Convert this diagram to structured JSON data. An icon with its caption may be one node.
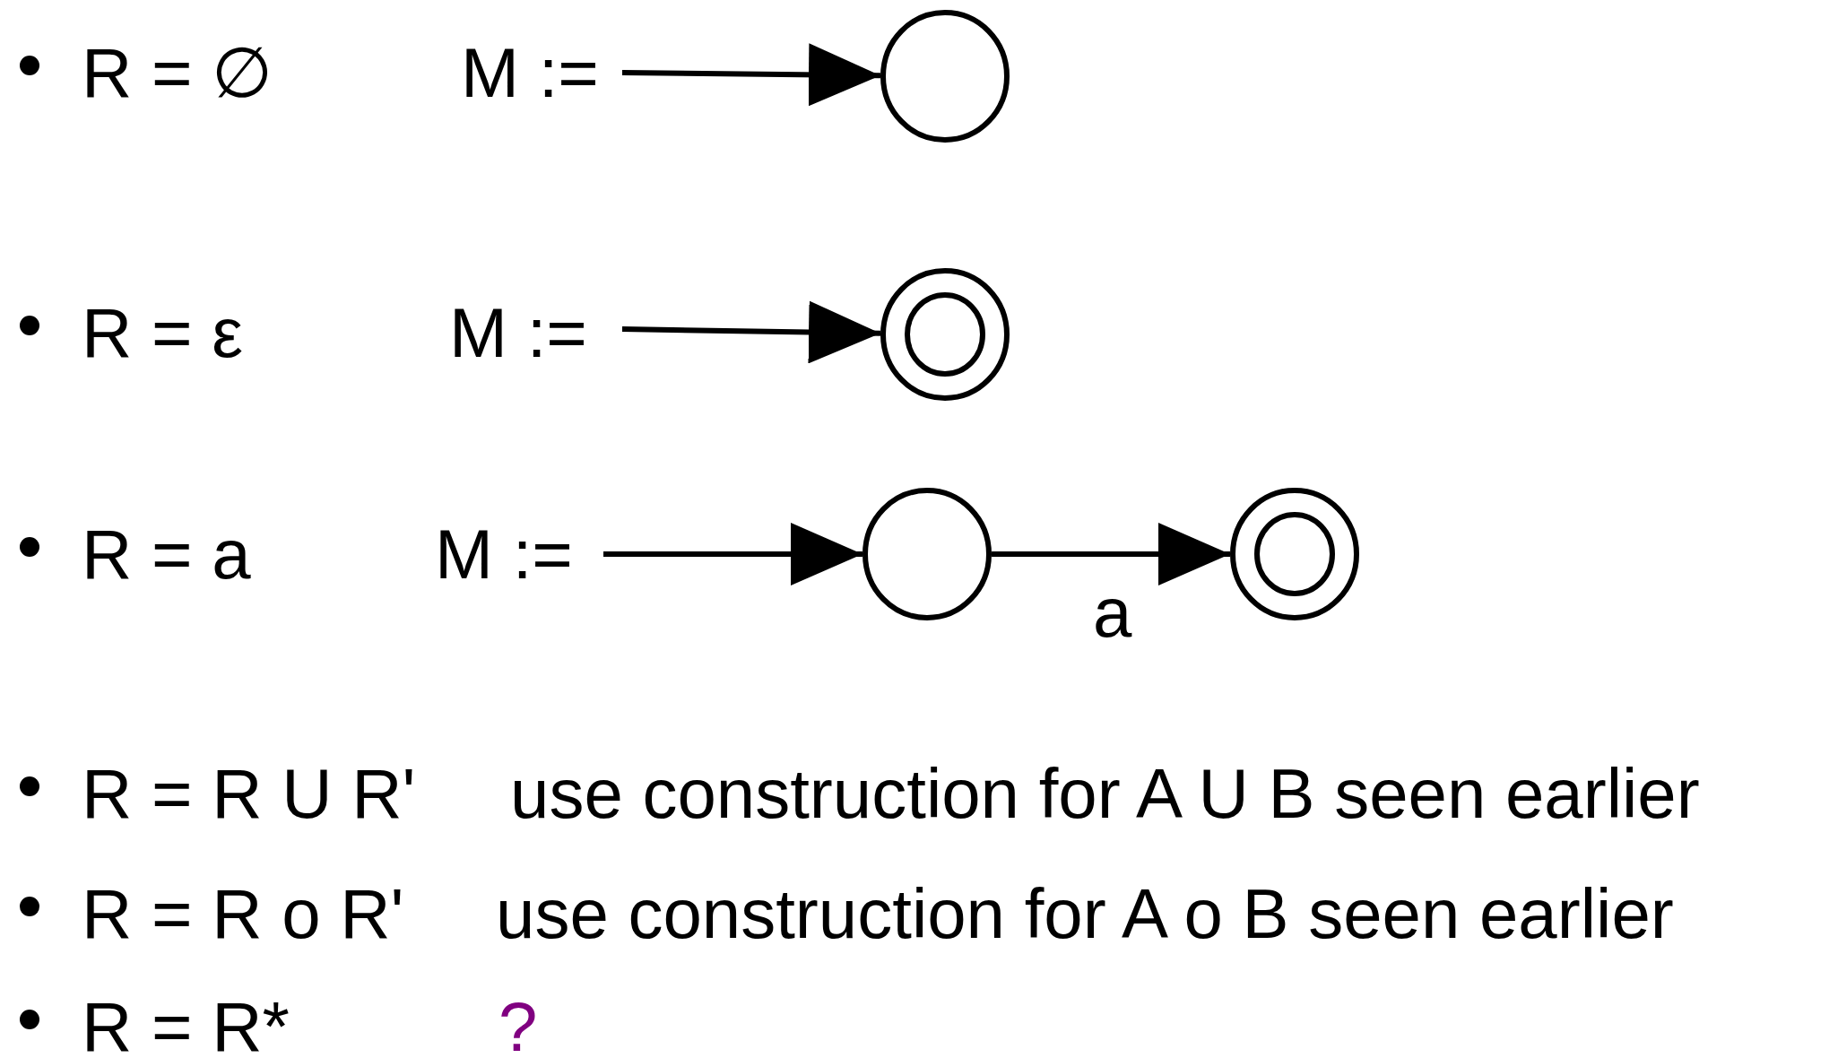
{
  "diagram": {
    "nodes": [
      {
        "text": [],
        "shape": "circle"
      },
      {
        "text": [],
        "shape": "doublecircle"
      },
      {
        "text": [],
        "shape": "circle"
      },
      {
        "text": [],
        "shape": "doublecircle"
      }
    ],
    "edges": [
      {
        "from": null,
        "to": 0,
        "arrow": "to"
      },
      {
        "from": null,
        "to": 1,
        "arrow": "to"
      },
      {
        "from": null,
        "to": 2,
        "arrow": "to"
      },
      {
        "from": 2,
        "to": 3,
        "arrow": "to",
        "label": "a"
      }
    ],
    "labels": [
      "R = ∅",
      "M :=",
      "R = ε",
      "M :=",
      "R = a",
      "M :=",
      "R = R U R'",
      "use construction for A U B seen earlier",
      "R = R o R'",
      "use construction for A o B seen earlier",
      "R = R*",
      "?"
    ]
  }
}
